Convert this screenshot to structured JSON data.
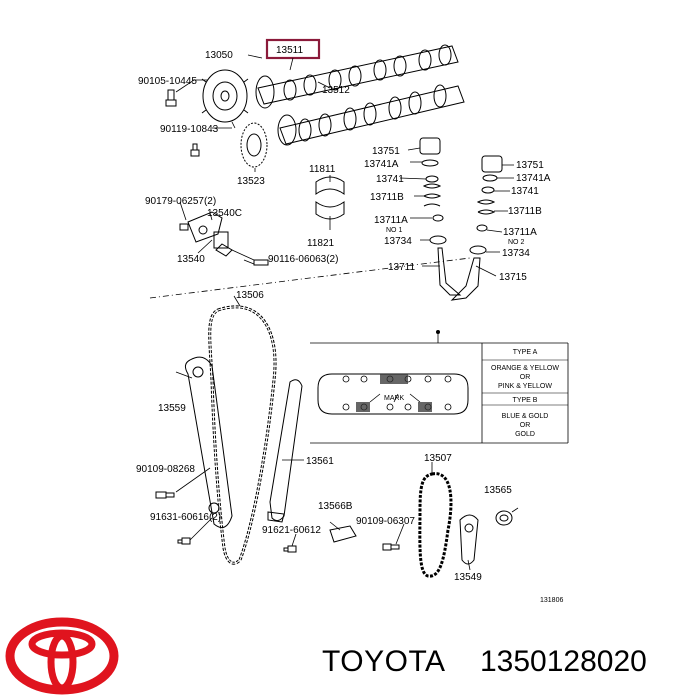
{
  "diagram": {
    "highlighted_part": "13511",
    "labels": [
      {
        "id": "l13511",
        "text": "13511"
      },
      {
        "id": "l13050",
        "text": "13050"
      },
      {
        "id": "l90105",
        "text": "90105-10445"
      },
      {
        "id": "l13512",
        "text": "13512"
      },
      {
        "id": "l90119",
        "text": "90119-10843"
      },
      {
        "id": "l13523",
        "text": "13523"
      },
      {
        "id": "l90179",
        "text": "90179-06257(2)"
      },
      {
        "id": "l13540c",
        "text": "13540C"
      },
      {
        "id": "l13540",
        "text": "13540"
      },
      {
        "id": "l90116",
        "text": "90116-06063(2)"
      },
      {
        "id": "l11811",
        "text": "11811"
      },
      {
        "id": "l11821",
        "text": "11821"
      },
      {
        "id": "l13751a",
        "text": "13751"
      },
      {
        "id": "l13741aa",
        "text": "13741A"
      },
      {
        "id": "l13741a",
        "text": "13741"
      },
      {
        "id": "l13711ba",
        "text": "13711B"
      },
      {
        "id": "l13711aa",
        "text": "13711A"
      },
      {
        "id": "l13734a",
        "text": "13734"
      },
      {
        "id": "l13711",
        "text": "13711"
      },
      {
        "id": "l13751b",
        "text": "13751"
      },
      {
        "id": "l13741ab",
        "text": "13741A"
      },
      {
        "id": "l13741b",
        "text": "13741"
      },
      {
        "id": "l13711bb",
        "text": "13711B"
      },
      {
        "id": "l13711ab",
        "text": "13711A"
      },
      {
        "id": "l13734b",
        "text": "13734"
      },
      {
        "id": "l13715",
        "text": "13715"
      },
      {
        "id": "l13506",
        "text": "13506"
      },
      {
        "id": "l13559",
        "text": "13559"
      },
      {
        "id": "l90109a",
        "text": "90109-08268"
      },
      {
        "id": "l91631",
        "text": "91631-60616(2)"
      },
      {
        "id": "l13561",
        "text": "13561"
      },
      {
        "id": "l13566b",
        "text": "13566B"
      },
      {
        "id": "l91621",
        "text": "91621-60612"
      },
      {
        "id": "l13507",
        "text": "13507"
      },
      {
        "id": "l13565",
        "text": "13565"
      },
      {
        "id": "l90109b",
        "text": "90109-06307"
      },
      {
        "id": "l13549",
        "text": "13549"
      },
      {
        "id": "lno1",
        "text": "NO 1"
      },
      {
        "id": "lno2",
        "text": "NO 2"
      },
      {
        "id": "lmark",
        "text": "MARK"
      },
      {
        "id": "lcode",
        "text": "131806"
      }
    ],
    "mark_table": {
      "rows": [
        "TYPE A",
        "ORANGE & YELLOW",
        "OR",
        "PINK & YELLOW",
        "TYPE B",
        "BLUE & GOLD",
        "OR",
        "GOLD"
      ]
    }
  },
  "footer": {
    "brand": "TOYOTA",
    "part_number": "1350128020"
  },
  "colors": {
    "highlight_box": "#8b1a3a",
    "logo": "#e0141e",
    "ink": "#000000"
  },
  "icons": [
    "toyota-logo-icon"
  ]
}
